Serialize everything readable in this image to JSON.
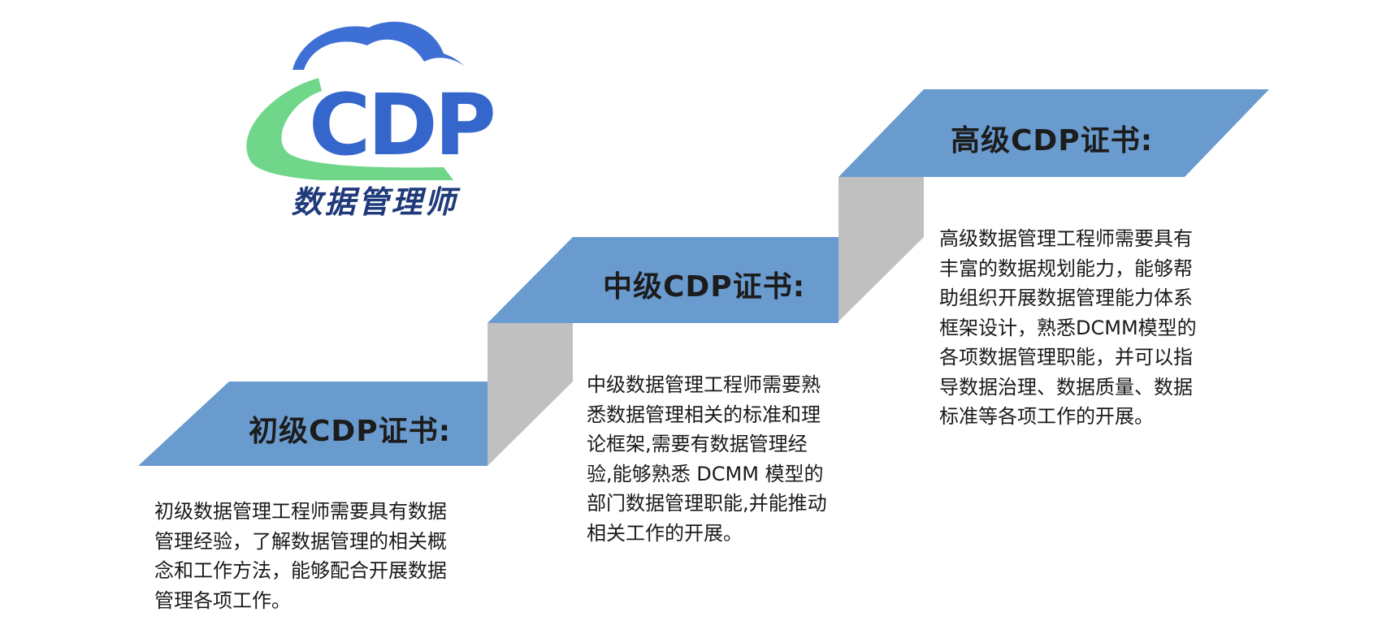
{
  "logo": {
    "brand": "CDP",
    "caption": "数据管理师",
    "colors": {
      "cloud": "#3d6fd4",
      "swoosh": "#6fd68a",
      "text": "#3566cc",
      "caption": "#1f3a7a"
    }
  },
  "steps": [
    {
      "title": "初级CDP证书:",
      "description": "初级数据管理工程师需要具有数据\n管理经验，了解数据管理的相关概\n念和工作方法，能够配合开展数据\n管理各项工作。"
    },
    {
      "title": "中级CDP证书:",
      "description": "中级数据管理工程师需要熟\n悉数据管理相关的标准和理\n论框架,需要有数据管理经\n验,能够熟悉 DCMM 模型的\n部门数据管理职能,并能推动\n相关工作的开展。"
    },
    {
      "title": "高级CDP证书:",
      "description": "高级数据管理工程师需要具有\n丰富的数据规划能力，能够帮\n助组织开展数据管理能力体系\n框架设计，熟悉DCMM模型的\n各项数据管理职能，并可以指\n导数据治理、数据质量、数据\n标准等各项工作的开展。"
    }
  ],
  "colors": {
    "step_fill": "#6a9bcf",
    "riser_fill": "#c0c0c0",
    "title_text": "#1c1c1c",
    "body_text": "#1a1a1a"
  }
}
